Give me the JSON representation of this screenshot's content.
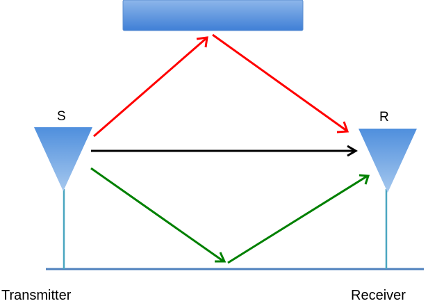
{
  "diagram": {
    "nodes": {
      "transmitter": {
        "letter": "S",
        "caption": "Transmitter"
      },
      "receiver": {
        "letter": "R",
        "caption": "Receiver"
      }
    },
    "paths": [
      {
        "id": "reflected-path",
        "color": "#ff0000",
        "via": "reflector"
      },
      {
        "id": "direct-path",
        "color": "#000000",
        "via": "none"
      },
      {
        "id": "ground-reflected-path",
        "color": "#008000",
        "via": "ground"
      }
    ],
    "colors": {
      "reflector": "#4f8fdd",
      "antenna": "#4f8fdd",
      "mast": "#4aa6c0",
      "ground": "#4f81bd"
    }
  }
}
